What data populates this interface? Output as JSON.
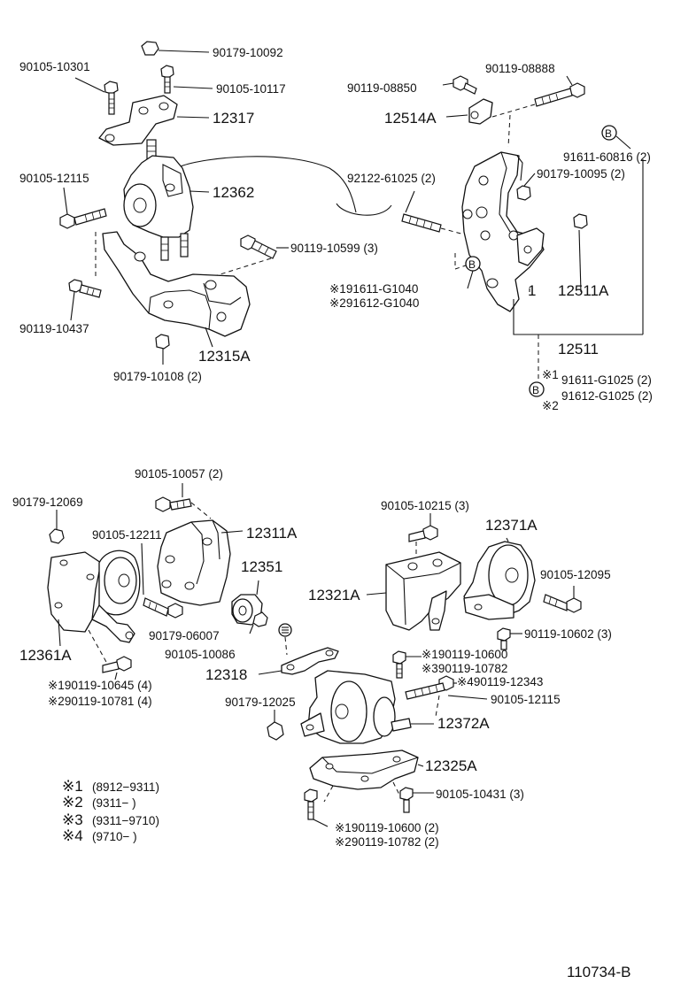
{
  "diagram_id": "110734-B",
  "labels": {
    "n90179_10092": "90179-10092",
    "n90105_10301": "90105-10301",
    "n90105_10117": "90105-10117",
    "n12317": "12317",
    "n90119_08888": "90119-08888",
    "n90119_08850": "90119-08850",
    "n12514A": "12514A",
    "n91611_60816": "91611-60816 (2)",
    "n90179_10095": "90179-10095 (2)",
    "n90105_12115_top": "90105-12115",
    "n12362": "12362",
    "n92122_61025": "92122-61025 (2)",
    "n90119_10599": "90119-10599 (3)",
    "n191611_G1040": "※191611-G1040",
    "n291612_G1040": "※291612-G1040",
    "n12511A": "12511A",
    "n90119_10437": "90119-10437",
    "n12315A": "12315A",
    "n12511": "12511",
    "n90179_10108": "90179-10108 (2)",
    "mark1_top": "※1",
    "n91611_G1025": "91611-G1025 (2)",
    "n91612_G1025": "91612-G1025 (2)",
    "mark2_top": "※2",
    "n90105_10057": "90105-10057 (2)",
    "n90179_12069": "90179-12069",
    "n90105_12211": "90105-12211",
    "n12311A": "12311A",
    "n90105_10215": "90105-10215 (3)",
    "n12371A": "12371A",
    "n12351": "12351",
    "n12321A": "12321A",
    "n90105_12095": "90105-12095",
    "n90179_06007": "90179-06007",
    "n90119_10602": "90119-10602 (3)",
    "n12361A": "12361A",
    "n90105_10086": "90105-10086",
    "n190119_10600_mid": "※190119-10600",
    "n390119_10782": "※390119-10782",
    "n12318": "12318",
    "n490119_12343": "※490119-12343",
    "n190119_10645": "※190119-10645 (4)",
    "n290119_10781": "※290119-10781 (4)",
    "n90105_12115_mid": "90105-12115",
    "n90179_12025": "90179-12025",
    "n12372A": "12372A",
    "n12325A": "12325A",
    "n90105_10431": "90105-10431 (3)",
    "n190119_10600_bot": "※190119-10600 (2)",
    "n290119_10782_bot": "※290119-10782 (2)",
    "circle_b": "B"
  },
  "legend": [
    {
      "mark": "※1",
      "text": "(8912−9311)"
    },
    {
      "mark": "※2",
      "text": "(9311−        )"
    },
    {
      "mark": "※3",
      "text": "(9311−9710)"
    },
    {
      "mark": "※4",
      "text": "(9710−        )"
    }
  ]
}
